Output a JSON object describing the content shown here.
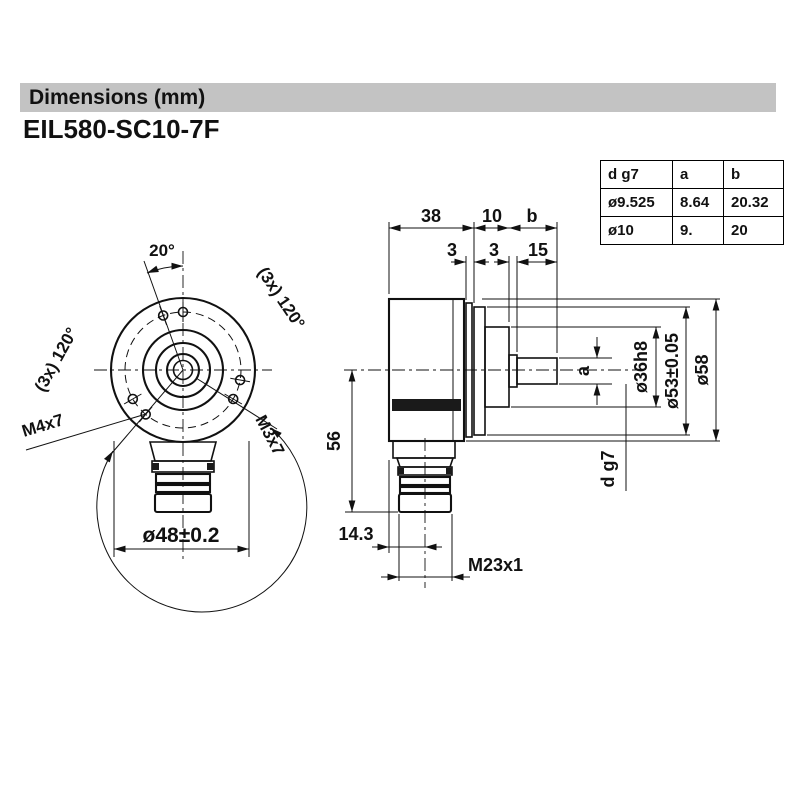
{
  "header": {
    "title": "Dimensions  (mm)"
  },
  "product": {
    "model": "EIL580-SC10-7F"
  },
  "spec_table": {
    "headers": [
      "d g7",
      "a",
      "b"
    ],
    "rows": [
      [
        "ø9.525",
        "8.64",
        "20.32"
      ],
      [
        "ø10",
        "9.",
        "20"
      ]
    ]
  },
  "front_view": {
    "angle_top": "20°",
    "angle_right": "(3x) 120°",
    "angle_left": "(3x) 120°",
    "thread_left": "M4x7",
    "thread_right": "M3x7",
    "diameter_bottom": "ø48±0.2"
  },
  "side_view": {
    "width_body": "38",
    "width_flange": "10",
    "width_shaft": "b",
    "gap_first": "3",
    "gap_second": "3",
    "shaft_length": "15",
    "shaft_flat": "a",
    "dia_centering": "ø36h8",
    "dia_flange": "ø53±0.05",
    "dia_body": "ø58",
    "height_connector": "56",
    "offset_connector": "14.3",
    "connector_thread": "M23x1",
    "shaft_dia_ref": "d g7"
  },
  "colors": {
    "header_bg": "#c3c3c3",
    "ink": "#111111"
  }
}
